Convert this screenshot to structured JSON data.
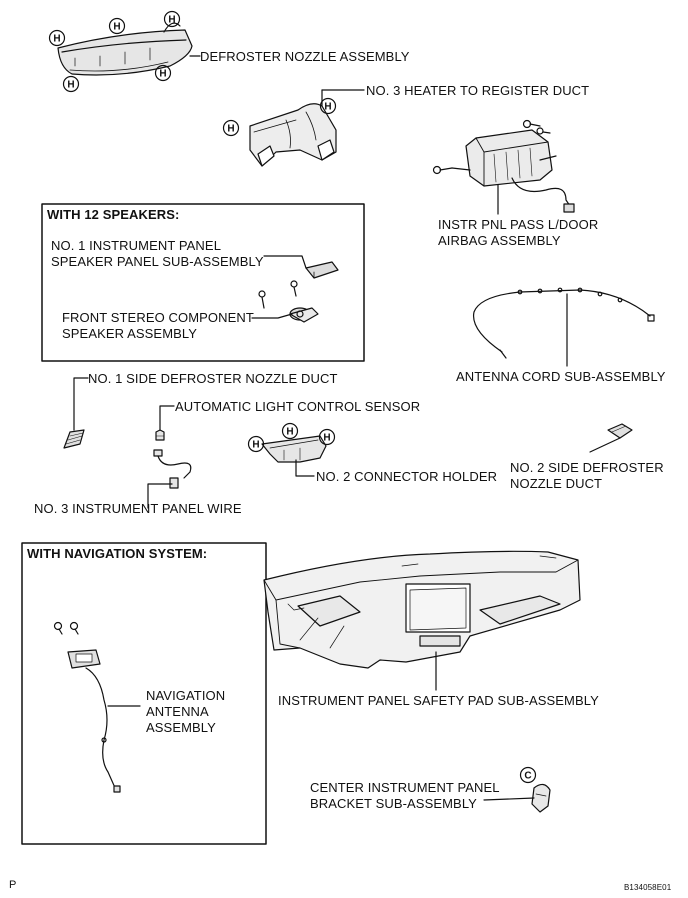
{
  "boxes": {
    "speakers_title": "WITH 12 SPEAKERS:",
    "navigation_title": "WITH NAVIGATION SYSTEM:"
  },
  "labels": {
    "defroster_nozzle": "DEFROSTER NOZZLE ASSEMBLY",
    "heater_duct": "NO. 3 HEATER TO REGISTER DUCT",
    "airbag_line1": "INSTR PNL PASS L/DOOR",
    "airbag_line2": "AIRBAG ASSEMBLY",
    "speaker_panel_line1": "NO. 1 INSTRUMENT PANEL",
    "speaker_panel_line2": "SPEAKER PANEL SUB-ASSEMBLY",
    "stereo_line1": "FRONT STEREO COMPONENT",
    "stereo_line2": "SPEAKER ASSEMBLY",
    "antenna_cord": "ANTENNA CORD SUB-ASSEMBLY",
    "side_duct_1": "NO. 1 SIDE DEFROSTER NOZZLE DUCT",
    "light_sensor": "AUTOMATIC LIGHT CONTROL SENSOR",
    "connector_holder": "NO. 2 CONNECTOR HOLDER",
    "side_duct_2_line1": "NO. 2 SIDE DEFROSTER",
    "side_duct_2_line2": "NOZZLE DUCT",
    "panel_wire": "NO. 3 INSTRUMENT PANEL WIRE",
    "nav_antenna_line1": "NAVIGATION",
    "nav_antenna_line2": "ANTENNA",
    "nav_antenna_line3": "ASSEMBLY",
    "safety_pad": "INSTRUMENT PANEL SAFETY PAD SUB-ASSEMBLY",
    "center_bracket_line1": "CENTER INSTRUMENT PANEL",
    "center_bracket_line2": "BRACKET SUB-ASSEMBLY"
  },
  "markers": {
    "hook": "H",
    "clip": "C"
  },
  "footer": {
    "page_letter": "P",
    "figure_code": "B134058E01"
  }
}
